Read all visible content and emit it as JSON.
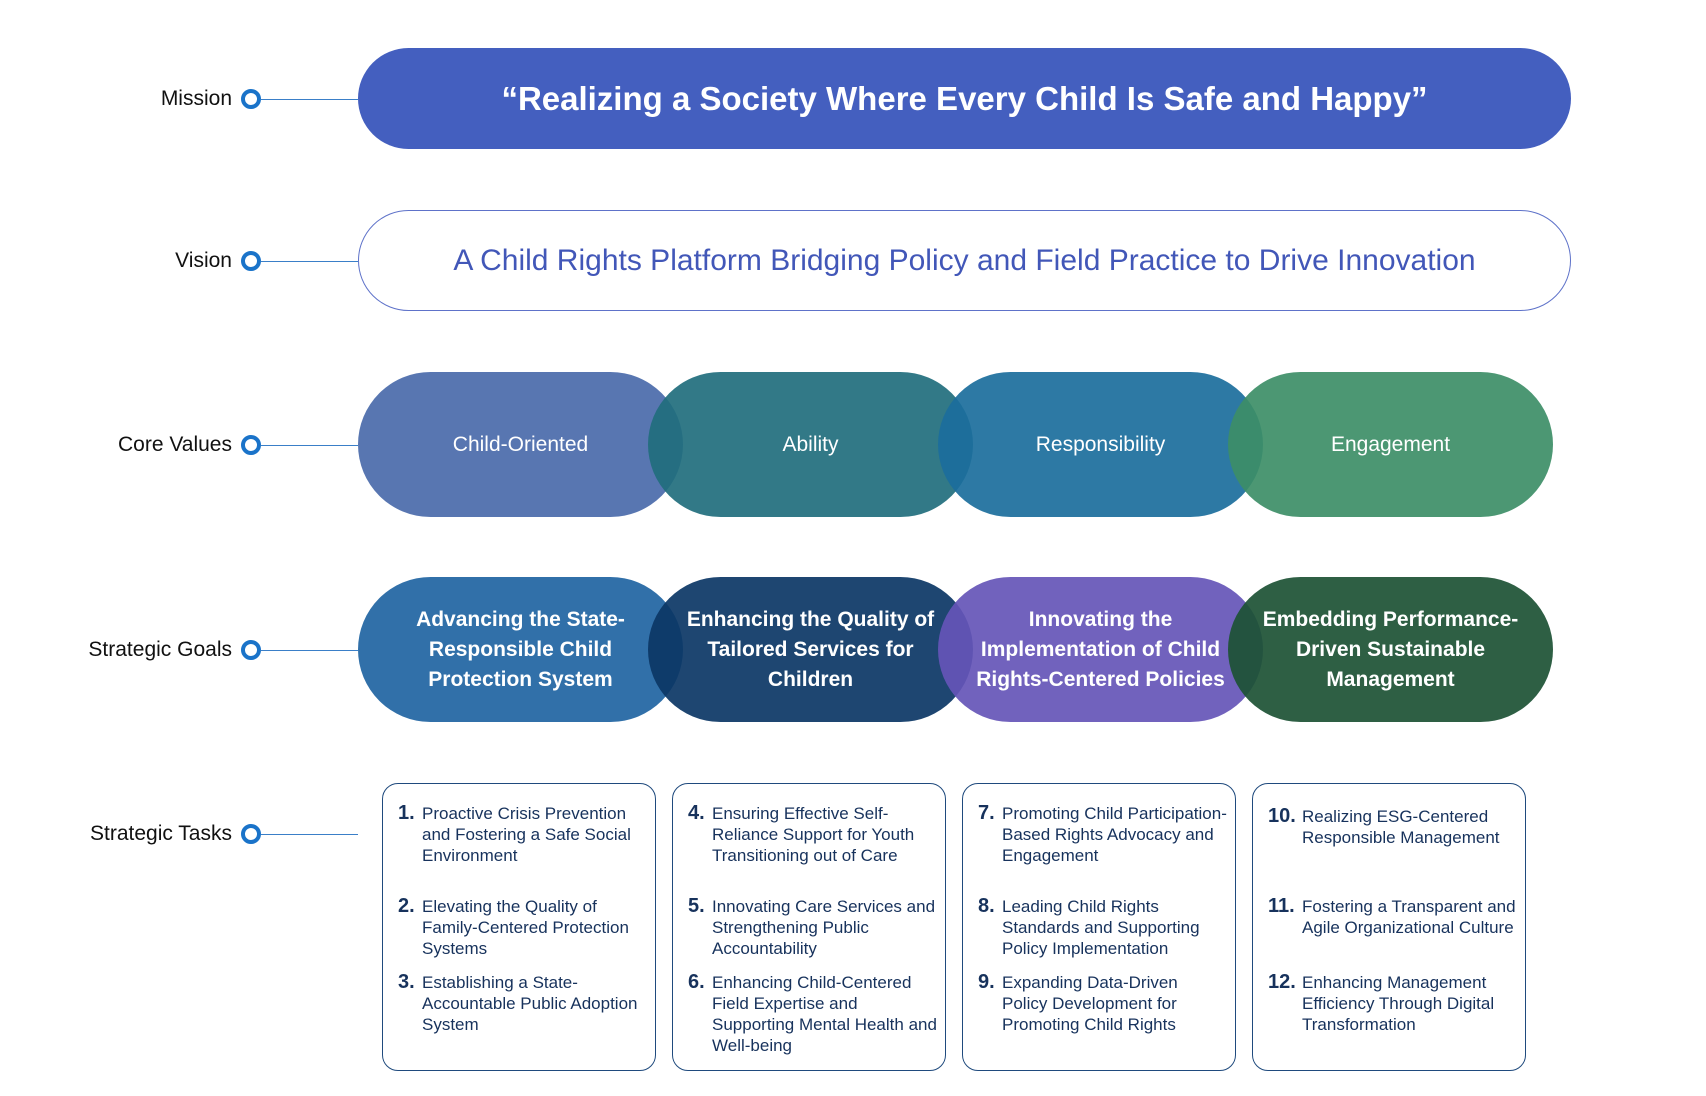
{
  "rows": {
    "mission": "Mission",
    "vision": "Vision",
    "core_values": "Core Values",
    "strategic_goals": "Strategic Goals",
    "strategic_tasks": "Strategic Tasks"
  },
  "mission_text": "“Realizing a Society Where Every Child Is Safe and Happy”",
  "vision_text": "A Child Rights Platform Bridging Policy and Field Practice to Drive Innovation",
  "core_values": [
    {
      "label": "Child-Oriented",
      "color": "#4a6aaa"
    },
    {
      "label": "Ability",
      "color": "#216e7d"
    },
    {
      "label": "Responsibility",
      "color": "#1b6e9c"
    },
    {
      "label": "Engagement",
      "color": "#3d8e67"
    }
  ],
  "strategic_goals": [
    {
      "label": "Advancing the State-Responsible Child Protection System",
      "color": "#2064a2"
    },
    {
      "label": "Enhancing the Quality of Tailored Services for Children",
      "color": "#0b3665"
    },
    {
      "label": "Innovating the Implementation of Child Rights-Centered Policies",
      "color": "#6555b7"
    },
    {
      "label": "Embedding Performance-Driven Sustainable Management",
      "color": "#1c5134"
    }
  ],
  "task_groups": [
    [
      {
        "num": "1.",
        "text": "Proactive Crisis Prevention and Fostering a Safe Social Environment"
      },
      {
        "num": "2.",
        "text": "Elevating the Quality of Family-Centered Protection Systems"
      },
      {
        "num": "3.",
        "text": "Establishing a State-Accountable Public Adoption System"
      }
    ],
    [
      {
        "num": "4.",
        "text": "Ensuring Effective Self-Reliance Support for Youth Transitioning out of Care"
      },
      {
        "num": "5.",
        "text": "Innovating Care Services and Strengthening Public Accountability"
      },
      {
        "num": "6.",
        "text": "Enhancing Child-Centered Field Expertise and Supporting Mental Health and Well-being"
      }
    ],
    [
      {
        "num": "7.",
        "text": "Promoting Child Participation-Based Rights Advocacy and Engagement"
      },
      {
        "num": "8.",
        "text": "Leading Child Rights Standards and Supporting Policy Implementation"
      },
      {
        "num": "9.",
        "text": "Expanding Data-Driven Policy Development for Promoting Child Rights"
      }
    ],
    [
      {
        "num": "10.",
        "text": "Realizing ESG-Centered Responsible Management"
      },
      {
        "num": "11.",
        "text": "Fostering a Transparent and Agile Organizational Culture"
      },
      {
        "num": "12.",
        "text": "Enhancing Management Efficiency Through Digital Transformation"
      }
    ]
  ]
}
